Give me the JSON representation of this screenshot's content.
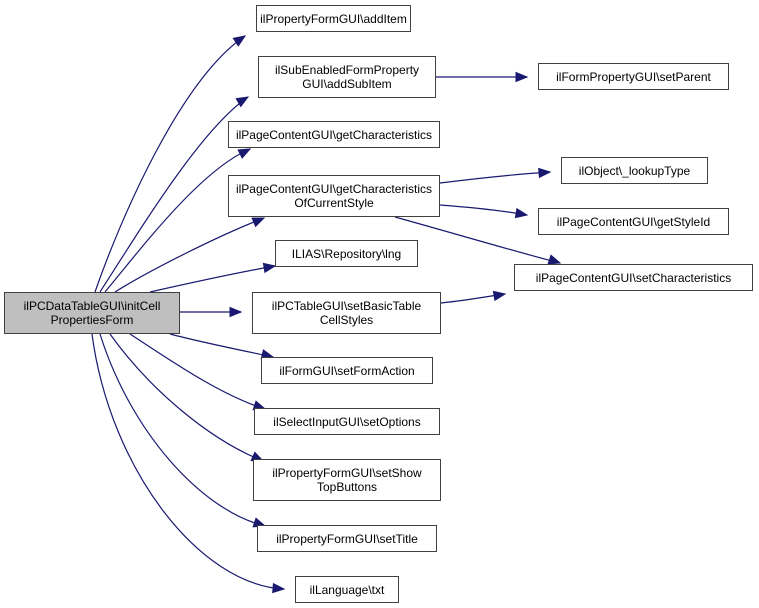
{
  "diagram": {
    "type": "call-graph",
    "edge_color": "#191970",
    "root_fill": "#bfbfbf",
    "nodes": [
      {
        "id": "root",
        "label": "ilPCDataTableGUI\\initCell\nPropertiesForm",
        "root": true
      },
      {
        "id": "addItem",
        "label": "ilPropertyFormGUI\\addItem"
      },
      {
        "id": "addSubItem",
        "label": "ilSubEnabledFormProperty\nGUI\\addSubItem"
      },
      {
        "id": "setParent",
        "label": "ilFormPropertyGUI\\setParent"
      },
      {
        "id": "getCharacteristics",
        "label": "ilPageContentGUI\\getCharacteristics"
      },
      {
        "id": "getCharOfCurrentStyle",
        "label": "ilPageContentGUI\\getCharacteristics\nOfCurrentStyle"
      },
      {
        "id": "lookupType",
        "label": "ilObject\\_lookupType"
      },
      {
        "id": "getStyleId",
        "label": "ilPageContentGUI\\getStyleId"
      },
      {
        "id": "lng",
        "label": "ILIAS\\Repository\\lng"
      },
      {
        "id": "setCharacteristics",
        "label": "ilPageContentGUI\\setCharacteristics"
      },
      {
        "id": "setBasicTableCellStyles",
        "label": "ilPCTableGUI\\setBasicTable\nCellStyles"
      },
      {
        "id": "setFormAction",
        "label": "ilFormGUI\\setFormAction"
      },
      {
        "id": "setOptions",
        "label": "ilSelectInputGUI\\setOptions"
      },
      {
        "id": "setShowTopButtons",
        "label": "ilPropertyFormGUI\\setShow\nTopButtons"
      },
      {
        "id": "setTitle",
        "label": "ilPropertyFormGUI\\setTitle"
      },
      {
        "id": "txt",
        "label": "ilLanguage\\txt"
      }
    ],
    "edges": [
      {
        "from": "root",
        "to": "addItem"
      },
      {
        "from": "root",
        "to": "addSubItem"
      },
      {
        "from": "root",
        "to": "getCharacteristics"
      },
      {
        "from": "root",
        "to": "getCharOfCurrentStyle"
      },
      {
        "from": "root",
        "to": "lng"
      },
      {
        "from": "root",
        "to": "setBasicTableCellStyles"
      },
      {
        "from": "root",
        "to": "setFormAction"
      },
      {
        "from": "root",
        "to": "setOptions"
      },
      {
        "from": "root",
        "to": "setShowTopButtons"
      },
      {
        "from": "root",
        "to": "setTitle"
      },
      {
        "from": "root",
        "to": "txt"
      },
      {
        "from": "addSubItem",
        "to": "setParent"
      },
      {
        "from": "getCharOfCurrentStyle",
        "to": "lookupType"
      },
      {
        "from": "getCharOfCurrentStyle",
        "to": "getStyleId"
      },
      {
        "from": "getCharOfCurrentStyle",
        "to": "setCharacteristics"
      },
      {
        "from": "setBasicTableCellStyles",
        "to": "setCharacteristics"
      }
    ]
  }
}
